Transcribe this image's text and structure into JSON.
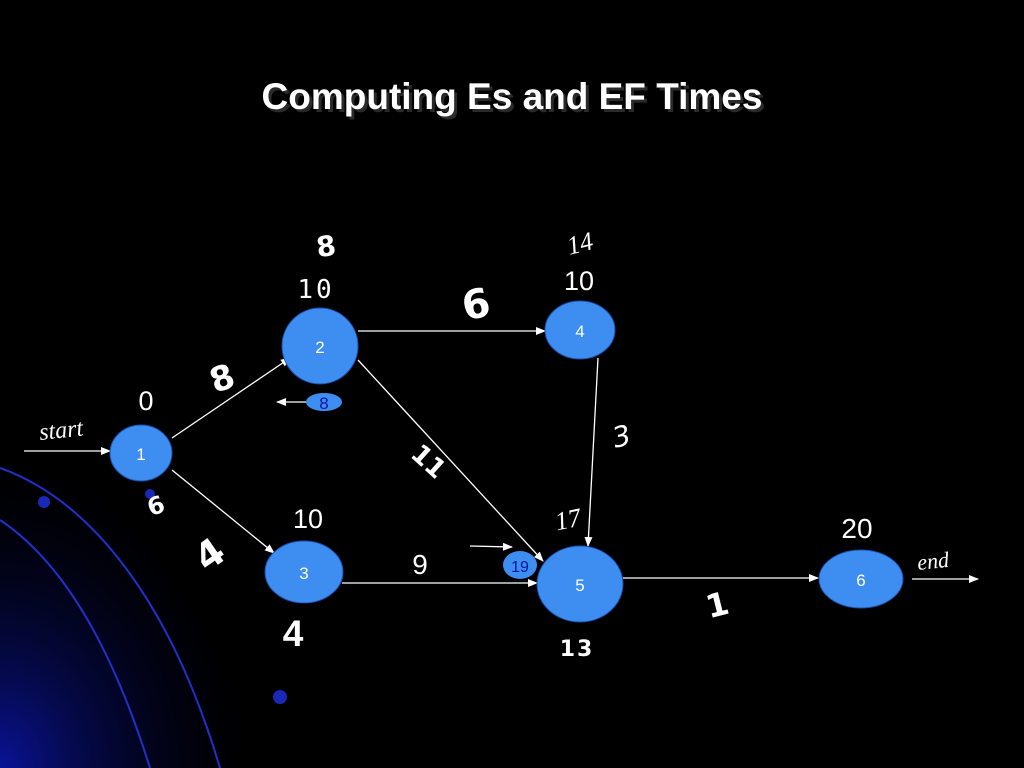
{
  "slide": {
    "title": "Computing Es and EF Times",
    "background_color": "#000000",
    "node_fill": "#3d8ef0",
    "accent_dark_blue": "#0a14a0"
  },
  "nodes": [
    {
      "id": "1",
      "label": "1"
    },
    {
      "id": "2",
      "label": "2"
    },
    {
      "id": "3",
      "label": "3"
    },
    {
      "id": "4",
      "label": "4"
    },
    {
      "id": "5",
      "label": "5"
    },
    {
      "id": "6",
      "label": "6"
    }
  ],
  "edges": [
    {
      "from": "start",
      "to": "1"
    },
    {
      "from": "1",
      "to": "2"
    },
    {
      "from": "1",
      "to": "3"
    },
    {
      "from": "2",
      "to": "4"
    },
    {
      "from": "2",
      "to": "5"
    },
    {
      "from": "3",
      "to": "5"
    },
    {
      "from": "4",
      "to": "5"
    },
    {
      "from": "5",
      "to": "6"
    },
    {
      "from": "6",
      "to": "end"
    }
  ],
  "labels": {
    "start": "start",
    "end": "end",
    "dur_1_2": "8",
    "dur_2_4": "6",
    "dur_2_5": "11",
    "dur_4_5": "3",
    "dur_1_3": "4",
    "dur_3_5": "9",
    "dur_5_6": "1",
    "dur_node2_below": "8",
    "es_1": "0",
    "es_2": "10",
    "ef_2": "8",
    "es_4": "10",
    "ef_4": "14",
    "es_3": "10",
    "es_3_bottom": "4",
    "ef_1_3": "6",
    "ef_5": "17",
    "ef_5_bottom": "13",
    "es_5_bubble": "19",
    "es_6": "20"
  }
}
